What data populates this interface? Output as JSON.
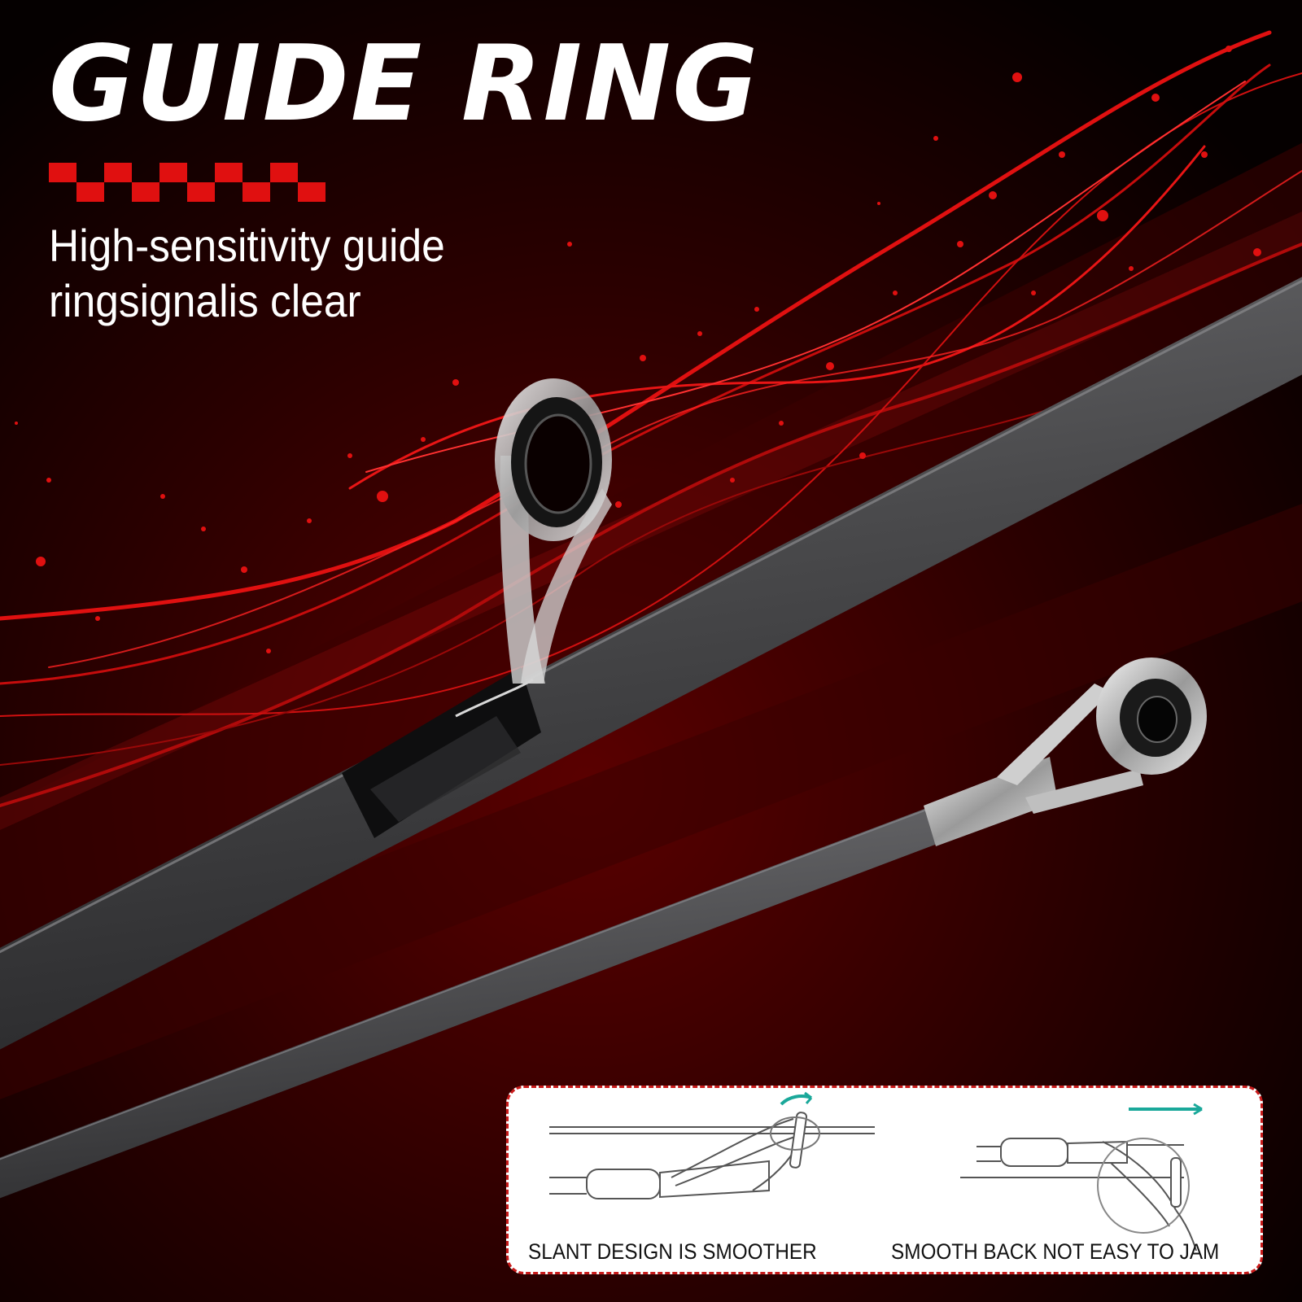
{
  "header": {
    "title": "GUIDE RING",
    "subtitle_line1": "High-sensitivity guide",
    "subtitle_line2": "ringsignalis clear"
  },
  "diagram": {
    "left_caption": "SLANT DESIGN IS SMOOTHER",
    "right_caption": "SMOOTH BACK NOT EASY TO JAM",
    "arrow_color": "#1aa89a"
  },
  "colors": {
    "accent": "#e01010",
    "background": "#050000",
    "rod": "#4a4a4c"
  }
}
